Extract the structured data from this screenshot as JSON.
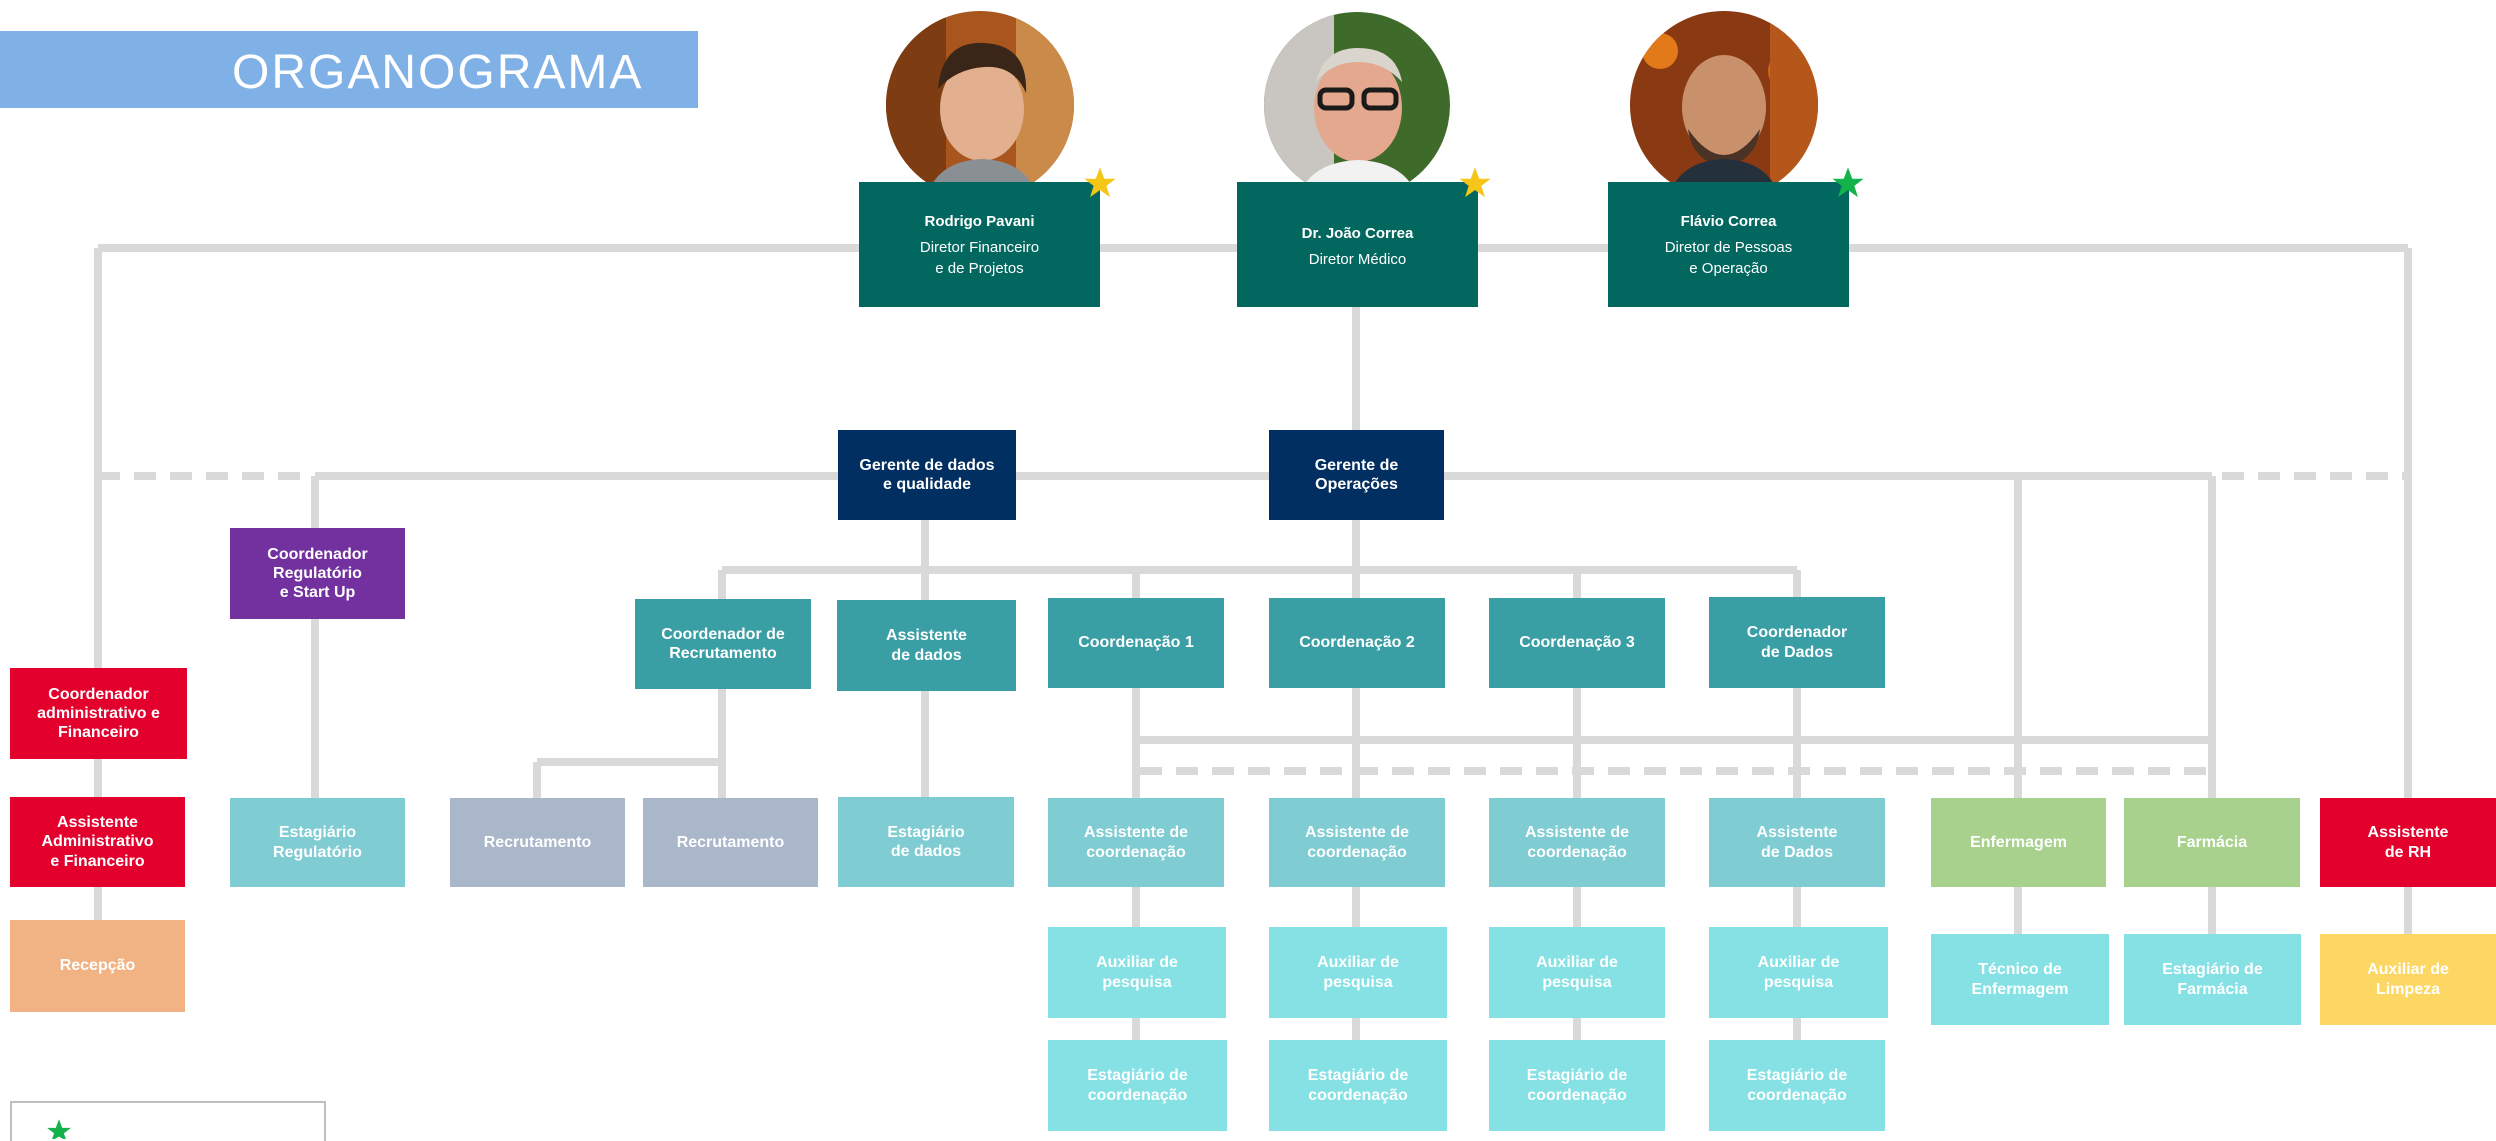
{
  "title": "ORGANOGRAMA",
  "directors": [
    {
      "name": "Rodrigo Pavani",
      "role": "Diretor Financeiro\ne de Projetos",
      "star_color": "#f5c518",
      "star_icon": "star-icon"
    },
    {
      "name": "Dr. João Correa",
      "role": "Diretor Médico",
      "star_color": "#f5c518",
      "star_icon": "star-icon"
    },
    {
      "name": "Flávio Correa",
      "role": "Diretor de Pessoas\ne Operação",
      "star_color": "#14b24a",
      "star_icon": "star-icon"
    }
  ],
  "managers": {
    "data_quality": "Gerente de dados\ne qualidade",
    "operations": "Gerente de\nOperações"
  },
  "coordinators": {
    "regulatory": "Coordenador\nRegulatório\ne Start Up",
    "admin_finance": "Coordenador\nadministrativo e\nFinanceiro",
    "recruitment": "Coordenador de\nRecrutamento",
    "data_assistant": "Assistente\nde dados",
    "coord1": "Coordenação 1",
    "coord2": "Coordenação 2",
    "coord3": "Coordenação 3",
    "data_coordinator": "Coordenador\nde Dados"
  },
  "staff": {
    "admin_assistant": "Assistente\nAdministrativo\ne Financeiro",
    "reception": "Recepção",
    "regulatory_intern": "Estagiário\nRegulatório",
    "recruitment_1": "Recrutamento",
    "recruitment_2": "Recrutamento",
    "data_intern": "Estagiário\nde dados",
    "coord_assistant_1": "Assistente de\ncoordenação",
    "coord_assistant_2": "Assistente de\ncoordenação",
    "coord_assistant_3": "Assistente de\ncoordenação",
    "data_assistant_2": "Assistente\nde Dados",
    "nursing": "Enfermagem",
    "pharmacy": "Farmácia",
    "hr_assistant": "Assistente\nde RH",
    "research_aux_1": "Auxiliar de\npesquisa",
    "research_aux_2": "Auxiliar de\npesquisa",
    "research_aux_3": "Auxiliar de\npesquisa",
    "research_aux_4": "Auxiliar de\npesquisa",
    "nursing_tech": "Técnico de\nEnfermagem",
    "pharmacy_intern": "Estagiário de\nFarmácia",
    "cleaning_aux": "Auxiliar de\nLimpeza",
    "coord_intern_1": "Estagiário de\ncoordenação",
    "coord_intern_2": "Estagiário de\ncoordenação",
    "coord_intern_3": "Estagiário de\ncoordenação",
    "coord_intern_4": "Estagiário de\ncoordenação"
  },
  "colors": {
    "director": "#02685f",
    "manager": "#022f61",
    "coordinator": "#3a9ea5",
    "regulatory": "#7331a0",
    "red": "#e3002d",
    "light_teal": "#7fccd3",
    "gray": "#aab6c9",
    "cyan": "#86e1e5",
    "green": "#a7d18c",
    "orange": "#f2b384",
    "yellow": "#fdd763",
    "connector": "#d9d9d9"
  }
}
